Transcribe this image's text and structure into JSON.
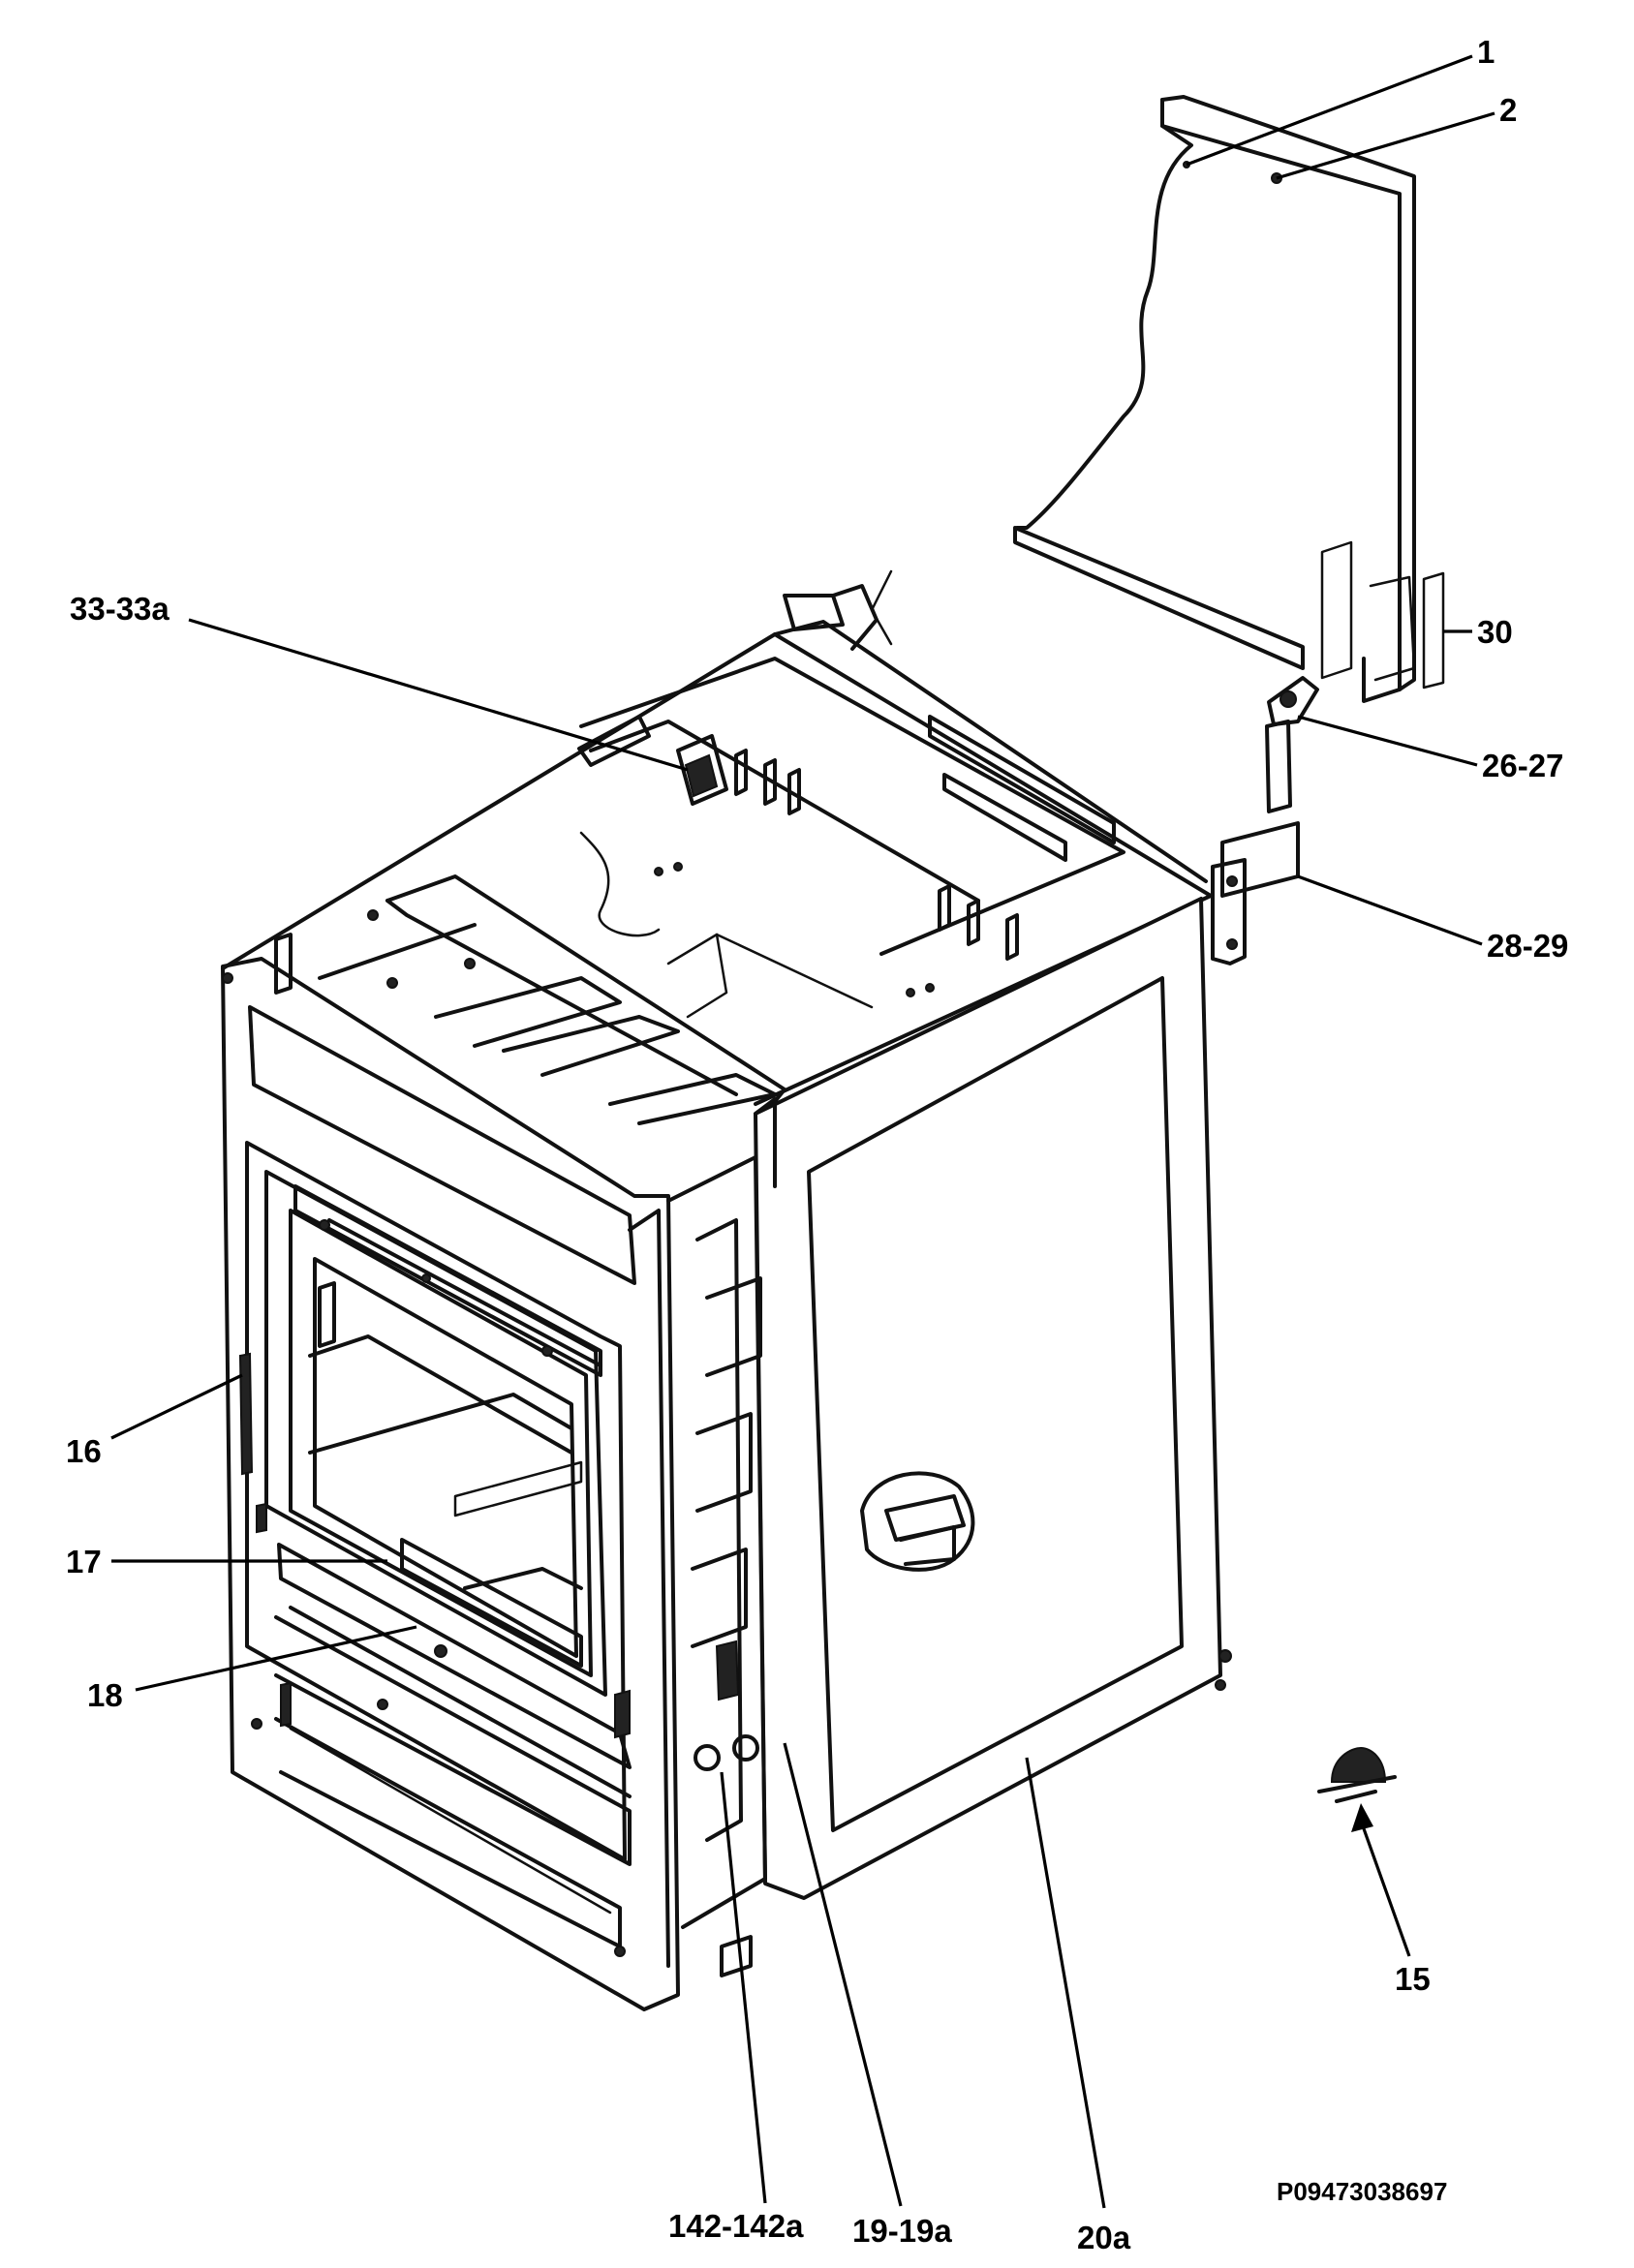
{
  "callouts": [
    {
      "id": "c1",
      "label": "1"
    },
    {
      "id": "c2",
      "label": "2"
    },
    {
      "id": "c30",
      "label": "30"
    },
    {
      "id": "c26",
      "label": "26-27"
    },
    {
      "id": "c28",
      "label": "28-29"
    },
    {
      "id": "c33",
      "label": "33-33a"
    },
    {
      "id": "c16",
      "label": "16"
    },
    {
      "id": "c17",
      "label": "17"
    },
    {
      "id": "c18",
      "label": "18"
    },
    {
      "id": "c15",
      "label": "15"
    },
    {
      "id": "c142",
      "label": "142-142a"
    },
    {
      "id": "c19",
      "label": "19-19a"
    },
    {
      "id": "c20",
      "label": "20a"
    }
  ],
  "drawing_code": "P09473038697"
}
